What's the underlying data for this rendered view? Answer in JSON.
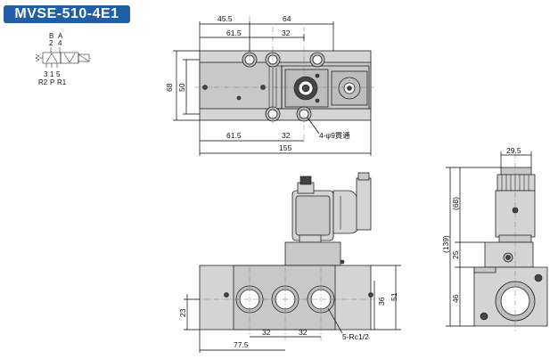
{
  "title": "MVSE-510-4E1",
  "symbol": {
    "top_ports": [
      "B",
      "A"
    ],
    "top_numbers": [
      "2",
      "4"
    ],
    "bottom_numbers": [
      "3",
      "1",
      "5"
    ],
    "bottom_labels": [
      "R2",
      "P",
      "R1"
    ]
  },
  "top_view": {
    "dims": {
      "d45_5": "45.5",
      "d64": "64",
      "d61_5_top": "61.5",
      "d32_top": "32",
      "d68": "68",
      "d50": "50",
      "d61_5_bottom": "61.5",
      "d32_bottom": "32",
      "d155": "155"
    },
    "hole_note": "4-φ9貫通"
  },
  "front_view": {
    "dims": {
      "d23": "23",
      "d36": "36",
      "d51": "51",
      "d32a": "32",
      "d32b": "32",
      "d77_5": "77.5"
    },
    "port_note": "5-Rc1/2"
  },
  "side_view": {
    "dims": {
      "d29_5": "29.5",
      "d68": "(68)",
      "d139": "(139)",
      "d25": "25",
      "d46": "46"
    }
  }
}
